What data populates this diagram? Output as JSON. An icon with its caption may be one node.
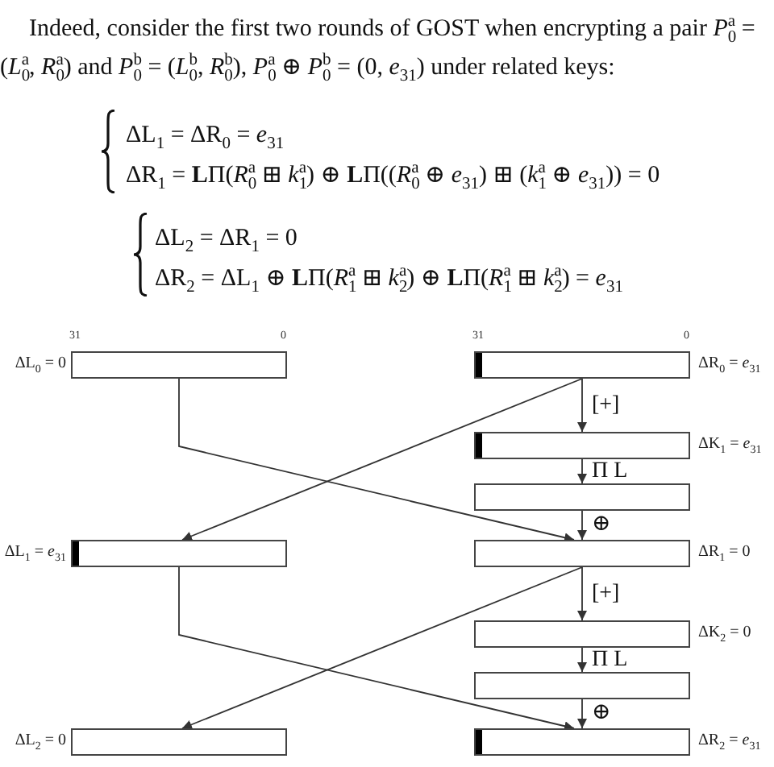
{
  "diagram": {
    "nodes": [
      {
        "text": [],
        "shape": "box",
        "beside": [
          "31",
          "0",
          "ΔL$_{0}$ = 0"
        ]
      },
      {
        "text": [],
        "shape": "box",
        "beside": [
          "31",
          "0",
          "ΔR$_{0}$ = *e*$_{31}$"
        ]
      },
      {
        "text": [],
        "shape": "box",
        "beside": [
          "ΔK$_{1}$ = *e*$_{31}$"
        ]
      },
      {
        "text": [],
        "shape": "box"
      },
      {
        "text": [],
        "shape": "box",
        "beside": [
          "ΔL$_{1}$ = *e*$_{31}$"
        ]
      },
      {
        "text": [],
        "shape": "box",
        "beside": [
          "ΔR$_{1}$ = 0"
        ]
      },
      {
        "text": [],
        "shape": "box",
        "beside": [
          "ΔK$_{2}$ = 0"
        ]
      },
      {
        "text": [],
        "shape": "box"
      },
      {
        "text": [],
        "shape": "box",
        "beside": [
          "ΔL$_{2}$ = 0"
        ]
      },
      {
        "text": [],
        "shape": "box",
        "beside": [
          "ΔR$_{2}$ = *e*$_{31}$"
        ]
      }
    ],
    "edges": [
      {
        "from": 1,
        "to": 2,
        "arrow": "to",
        "label": "[+]"
      },
      {
        "from": 1,
        "to": 4,
        "arrow": "to"
      },
      {
        "from": 0,
        "to": 5,
        "arrow": "to"
      },
      {
        "from": 2,
        "to": 3,
        "arrow": "to",
        "label": "Π L"
      },
      {
        "from": 3,
        "to": 5,
        "arrow": "to",
        "label": "⊕"
      },
      {
        "from": 5,
        "to": 6,
        "arrow": "to",
        "label": "[+]"
      },
      {
        "from": 5,
        "to": 8,
        "arrow": "to"
      },
      {
        "from": 4,
        "to": 9,
        "arrow": "to"
      },
      {
        "from": 6,
        "to": 7,
        "arrow": "to",
        "label": "Π L"
      },
      {
        "from": 7,
        "to": 9,
        "arrow": "to",
        "label": "⊕"
      }
    ],
    "labels": [
      "Indeed, consider the first two rounds of GOST when encrypting a pair *P*$_{0}$$^{a}$ = (*L*$_{0}$$^{a}$, *R*$_{0}$$^{a}$) and *P*$_{0}$$^{b}$ = (*L*$_{0}$$^{b}$, *R*$_{0}$$^{b}$), *P*$_{0}$$^{a}$ ⊕ *P*$_{0}$$^{b}$ = (0, *e*$_{31}$) under related keys:",
      "ΔL$_{1}$ = ΔR$_{0}$ = *e*$_{31}$",
      "ΔR$_{1}$ = **L**Π(*R*$_{0}$$^{a}$ ⊞ *k*$_{1}$$^{a}$) ⊕ **L**Π((*R*$_{0}$$^{a}$ ⊕ *e*$_{31}$) ⊞ (*k*$_{1}$$^{a}$ ⊕ *e*$_{31}$)) = 0",
      "ΔL$_{2}$ = ΔR$_{1}$ = 0",
      "ΔR$_{2}$ = ΔL$_{1}$ ⊕ **L**Π(*R*$_{1}$$^{a}$ ⊞ *k*$_{2}$$^{a}$) ⊕ **L**Π(*R*$_{1}$$^{a}$ ⊞ *k*$_{2}$$^{a}$) = *e*$_{31}$"
    ]
  }
}
